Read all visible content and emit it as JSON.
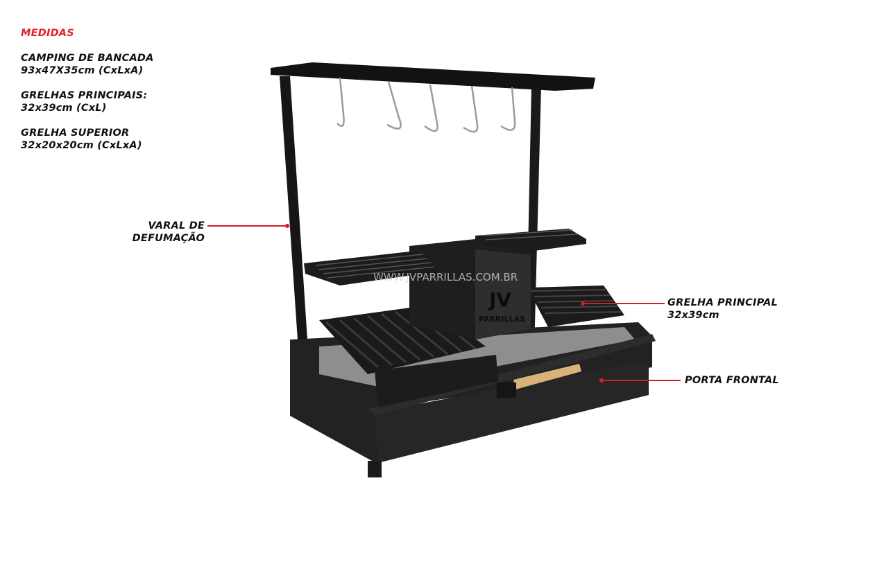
{
  "specs": {
    "heading": "MEDIDAS",
    "items": [
      {
        "title": "CAMPING DE BANCADA",
        "value": "93x47X35cm (CxLxA)"
      },
      {
        "title": "GRELHAS PRINCIPAIS:",
        "value": "32x39cm (CxL)"
      },
      {
        "title": "GRELHA SUPERIOR",
        "value": "32x20x20cm (CxLxA)"
      }
    ]
  },
  "callouts": {
    "varal": {
      "line1": "VARAL DE",
      "line2": "DEFUMAÇÃO"
    },
    "grelha_principal": {
      "line1": "GRELHA PRINCIPAL",
      "line2": "32x39cm"
    },
    "porta_frontal": {
      "line1": "PORTA FRONTAL"
    }
  },
  "watermark": "WWW.JVPARRILLAS.COM.BR",
  "logo": {
    "mark": "JV",
    "name": "PARRILLAS"
  },
  "colors": {
    "accent": "#e3232a",
    "product": "#1c1c1c",
    "handle": "#d9b27a"
  }
}
